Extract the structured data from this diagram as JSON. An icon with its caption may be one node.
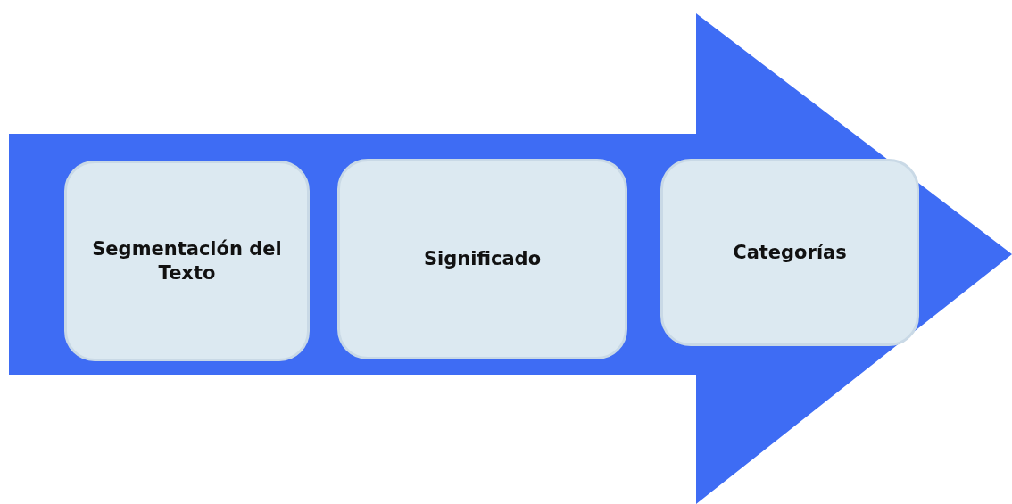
{
  "diagram": {
    "nodes": [
      {
        "text": [],
        "shape": "arrow"
      },
      {
        "text": [
          "Segmentación del Texto"
        ],
        "in": 0
      },
      {
        "text": [
          "Significado"
        ],
        "in": 0
      },
      {
        "text": [
          "Categorías"
        ],
        "in": 0
      }
    ]
  }
}
